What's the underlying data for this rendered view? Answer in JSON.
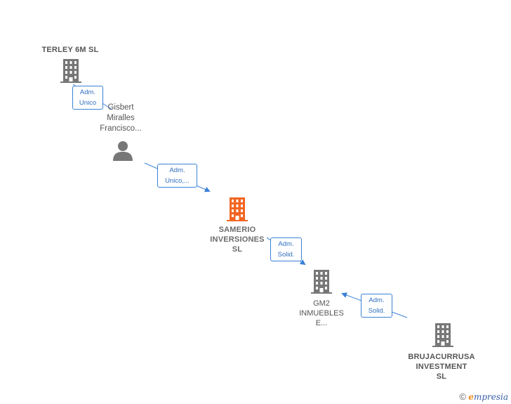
{
  "colors": {
    "company": "#777777",
    "focus": "#f26522",
    "person": "#777777",
    "edge": "#3b82d6",
    "text": "#555555"
  },
  "nodes": {
    "terley": {
      "lines": [
        "TERLEY 6M  SL"
      ],
      "icon": "building-icon"
    },
    "gisbert": {
      "lines": [
        "Gisbert",
        "Miralles",
        "Francisco..."
      ],
      "icon": "person-icon"
    },
    "samerio": {
      "lines": [
        "SAMERIO",
        "INVERSIONES",
        "SL"
      ],
      "icon": "building-icon"
    },
    "gm2": {
      "lines": [
        "GM2",
        "INMUEBLES",
        "E..."
      ],
      "icon": "building-icon"
    },
    "brujacurrusa": {
      "lines": [
        "BRUJACURRUSA",
        "INVESTMENT",
        "SL"
      ],
      "icon": "building-icon"
    }
  },
  "edges": {
    "e1": {
      "lines": [
        "Adm.",
        "Unico"
      ]
    },
    "e2": {
      "lines": [
        "Adm.",
        "Unico,..."
      ]
    },
    "e3": {
      "lines": [
        "Adm.",
        "Solid."
      ]
    },
    "e4": {
      "lines": [
        "Adm.",
        "Solid."
      ]
    }
  },
  "brand": {
    "copyright": "©",
    "e": "e",
    "rest": "mpresia"
  }
}
